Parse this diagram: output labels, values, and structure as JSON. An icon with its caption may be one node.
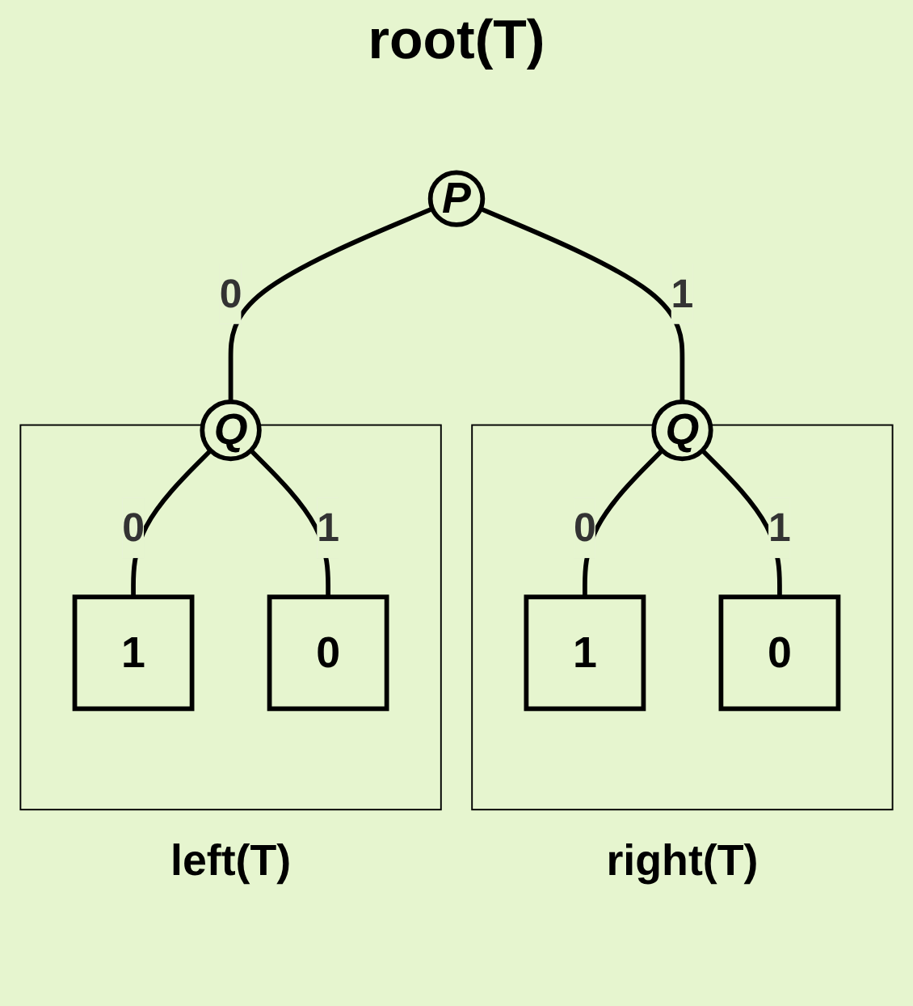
{
  "diagram": {
    "nodes": [
      {
        "text": [
          "P"
        ],
        "beside": [
          "root(T)"
        ]
      },
      {
        "text": [
          "left(T)"
        ]
      },
      {
        "text": [
          "Q"
        ],
        "in": 1
      },
      {
        "text": [
          "1"
        ],
        "in": 1
      },
      {
        "text": [
          "0"
        ],
        "in": 1
      },
      {
        "text": [
          "right(T)"
        ]
      },
      {
        "text": [
          "Q"
        ],
        "in": 5
      },
      {
        "text": [
          "1"
        ],
        "in": 5
      },
      {
        "text": [
          "0"
        ],
        "in": 5
      }
    ],
    "edges": [
      {
        "from": 0,
        "to": 2,
        "arrow": "none",
        "label": "0"
      },
      {
        "from": 0,
        "to": 6,
        "arrow": "none",
        "label": "1"
      },
      {
        "from": 2,
        "to": 3,
        "arrow": "none",
        "label": "0"
      },
      {
        "from": 2,
        "to": 4,
        "arrow": "none",
        "label": "1"
      },
      {
        "from": 6,
        "to": 7,
        "arrow": "none",
        "label": "0"
      },
      {
        "from": 6,
        "to": 8,
        "arrow": "none",
        "label": "1"
      }
    ]
  }
}
